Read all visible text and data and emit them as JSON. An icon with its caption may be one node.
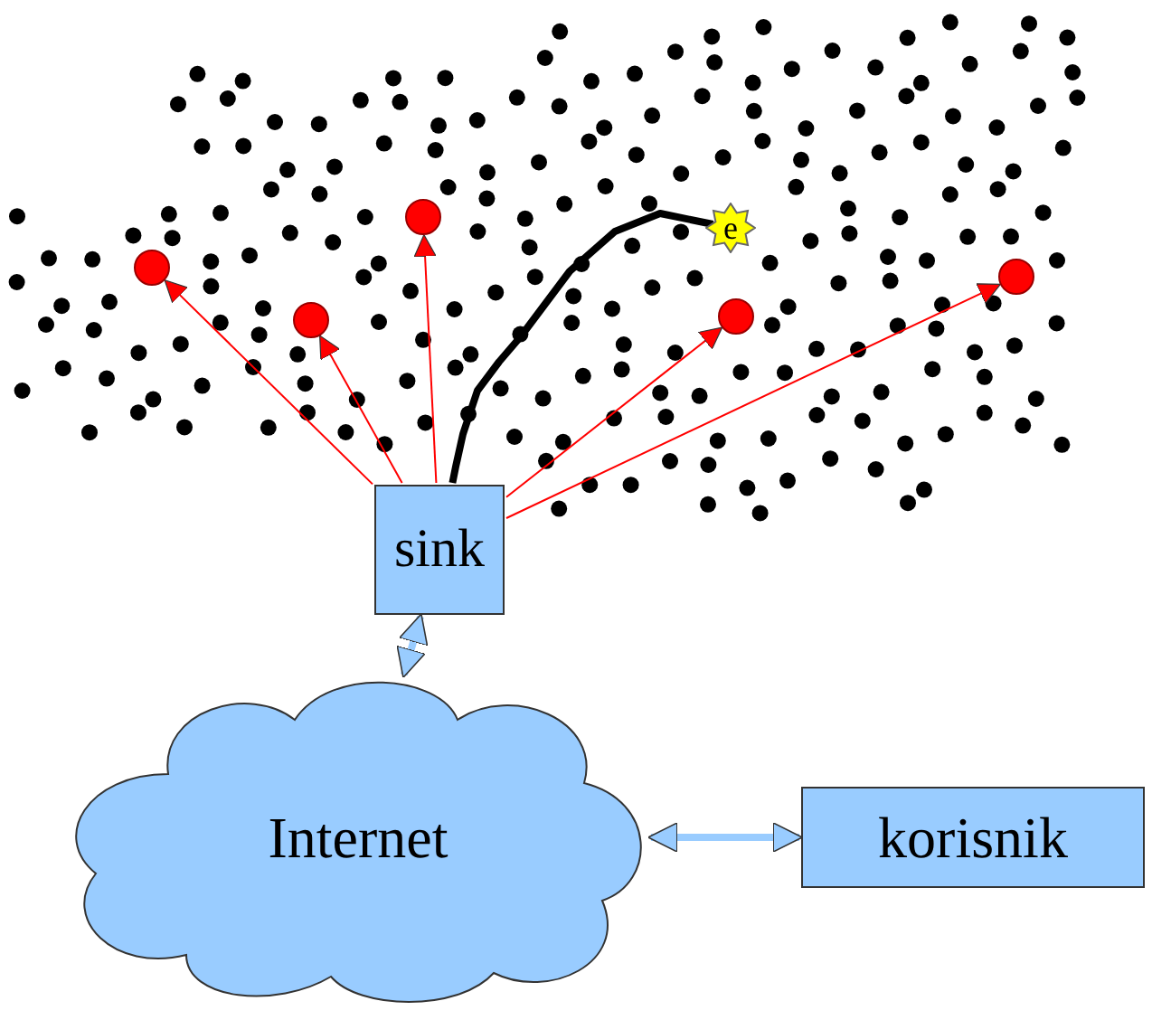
{
  "diagram": {
    "nodes": [
      {
        "text": [
          "sink"
        ]
      },
      {
        "text": [],
        "shape": "circle"
      },
      {
        "text": [],
        "shape": "circle"
      },
      {
        "text": [],
        "shape": "circle"
      },
      {
        "text": [],
        "shape": "circle"
      },
      {
        "text": [],
        "shape": "circle"
      },
      {
        "text": [
          "e"
        ]
      },
      {
        "text": [
          "Internet"
        ]
      },
      {
        "text": [
          "korisnik"
        ]
      }
    ],
    "edges": [
      {
        "from": 0,
        "to": 1,
        "arrow": "to"
      },
      {
        "from": 0,
        "to": 2,
        "arrow": "to"
      },
      {
        "from": 0,
        "to": 3,
        "arrow": "to"
      },
      {
        "from": 0,
        "to": 4,
        "arrow": "to"
      },
      {
        "from": 0,
        "to": 5,
        "arrow": "to"
      },
      {
        "from": 6,
        "to": 0,
        "arrow": "none",
        "style": "thick",
        "color": "#000000"
      },
      {
        "from": 0,
        "to": 7,
        "arrow": "both",
        "style": "thick",
        "color": "#99ccff"
      },
      {
        "from": 7,
        "to": 8,
        "arrow": "both",
        "style": "thick",
        "color": "#99ccff"
      }
    ]
  }
}
